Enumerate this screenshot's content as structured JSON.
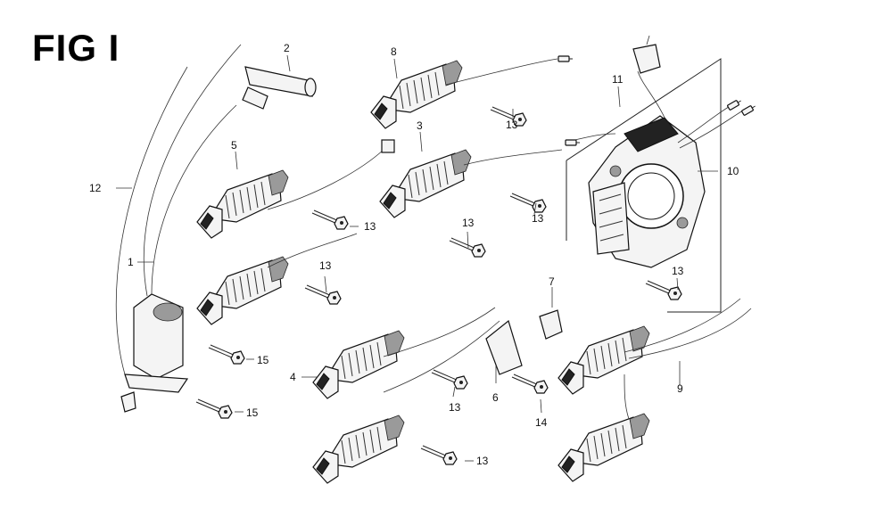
{
  "figure": {
    "title": "FIG I"
  },
  "callouts": [
    {
      "id": "c1",
      "text": "1"
    },
    {
      "id": "c2",
      "text": "2"
    },
    {
      "id": "c3",
      "text": "3"
    },
    {
      "id": "c4",
      "text": "4"
    },
    {
      "id": "c5",
      "text": "5"
    },
    {
      "id": "c6",
      "text": "6"
    },
    {
      "id": "c7",
      "text": "7"
    },
    {
      "id": "c8",
      "text": "8"
    },
    {
      "id": "c9",
      "text": "9"
    },
    {
      "id": "c10",
      "text": "10"
    },
    {
      "id": "c11",
      "text": "11"
    },
    {
      "id": "c12",
      "text": "12"
    },
    {
      "id": "c13a",
      "text": "13"
    },
    {
      "id": "c13b",
      "text": "13"
    },
    {
      "id": "c13c",
      "text": "13"
    },
    {
      "id": "c13d",
      "text": "13"
    },
    {
      "id": "c13e",
      "text": "13"
    },
    {
      "id": "c13f",
      "text": "13"
    },
    {
      "id": "c13g",
      "text": "13"
    },
    {
      "id": "c13h",
      "text": "13"
    },
    {
      "id": "c14",
      "text": "14"
    },
    {
      "id": "c15a",
      "text": "15"
    },
    {
      "id": "c15b",
      "text": "15"
    }
  ]
}
